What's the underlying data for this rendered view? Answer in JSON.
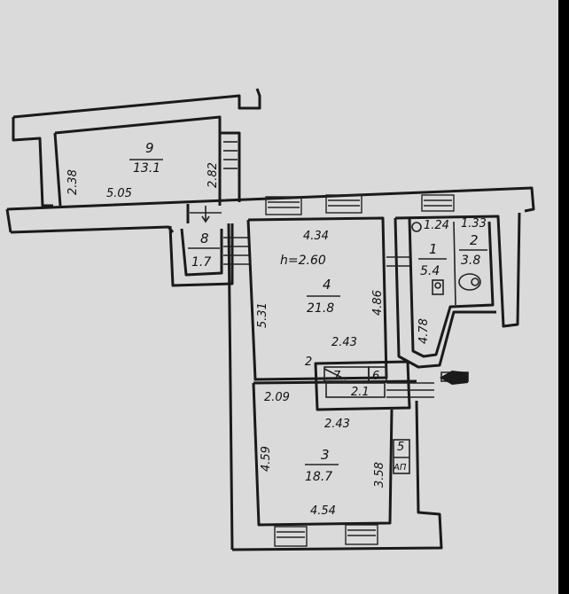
{
  "colors": {
    "paper": "#dadada",
    "ink": "#1a1a1a",
    "frame": "#000000"
  },
  "ceiling_height": "h=2.60",
  "rooms": {
    "r9": {
      "number": "9",
      "area": "13.1"
    },
    "r8": {
      "number": "8",
      "area": "1.7"
    },
    "r4": {
      "number": "4",
      "area": "21.8"
    },
    "r1": {
      "number": "1",
      "area": "5.4"
    },
    "r2": {
      "number": "2",
      "area": "3.8"
    },
    "r3": {
      "number": "3",
      "area": "18.7"
    },
    "r7": {
      "number": "7"
    },
    "r6": {
      "number": "6"
    },
    "r5": {
      "number": "5"
    },
    "r_small": {
      "area": "2.1"
    }
  },
  "dims": {
    "d9_w": "5.05",
    "d9_left": "2.38",
    "d9_right": "2.82",
    "d4_top": "4.34",
    "d4_left": "5.31",
    "d4_right": "4.86",
    "d_mid_top": "2.43",
    "d_mid_bottom": "2.43",
    "d_left_mid": "2.09",
    "d_diag": "2",
    "d1_top": "1.24",
    "d2_top": "1.33",
    "d1_right": "4.78",
    "d3_left": "4.59",
    "d3_right": "3.58",
    "d3_bottom": "4.54",
    "ap": "AП"
  }
}
